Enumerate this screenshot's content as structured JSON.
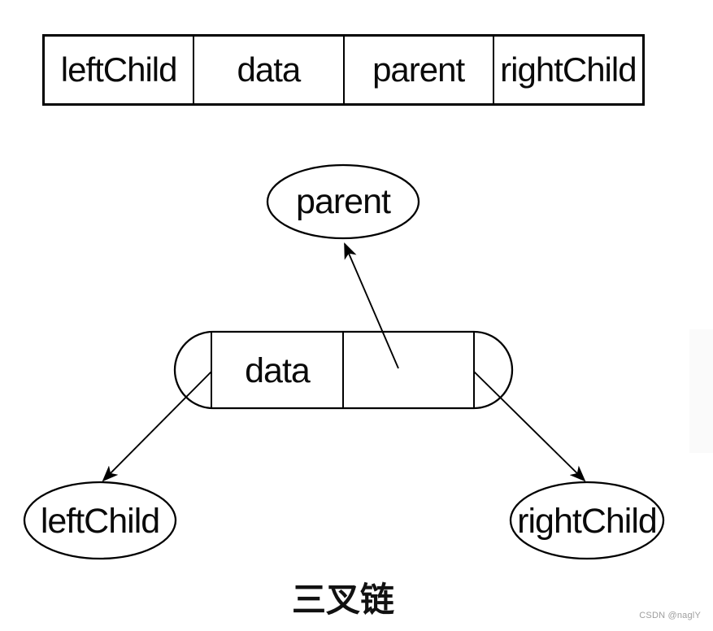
{
  "window": {
    "background": "#ffffff"
  },
  "node_table": {
    "cells": [
      "leftChild",
      "data",
      "parent",
      "rightChild"
    ]
  },
  "diagram": {
    "stroke_color": "#000000",
    "parent_label": "parent",
    "data_label": "data",
    "left_child_label": "leftChild",
    "right_child_label": "rightChild"
  },
  "caption": {
    "text": "三叉链"
  },
  "watermark": {
    "text": "CSDN @naglY"
  }
}
